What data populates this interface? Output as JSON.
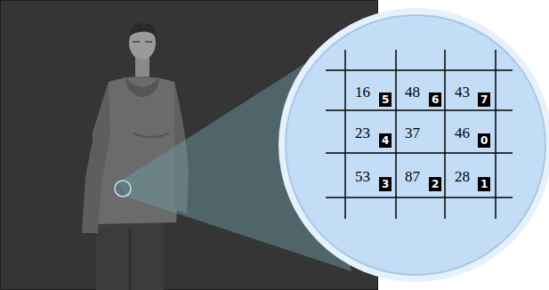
{
  "diagram": {
    "labels": [
      "16",
      "5",
      "48",
      "6",
      "43",
      "7",
      "23",
      "4",
      "37",
      "46",
      "0",
      "53",
      "3",
      "87",
      "2",
      "28",
      "1"
    ]
  }
}
